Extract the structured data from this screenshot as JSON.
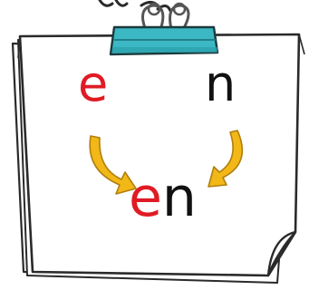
{
  "colors": {
    "background": "#ffffff",
    "paper": "#ffffff",
    "paper_outline": "#2a2a2a",
    "clip_binder": "#3cb8c4",
    "clip_dark": "#1f7f88",
    "arrow_fill": "#f2b818",
    "arrow_outline": "#b07f0c",
    "vowel_color": "#e01b24",
    "consonant_color": "#111111"
  },
  "icons": {
    "binder_clip": "binder-clip-icon",
    "hanging_string": "string-icon",
    "arrow_left": "curved-arrow-down-right-icon",
    "arrow_right": "curved-arrow-down-left-icon"
  },
  "top_letters": {
    "first": "e",
    "second": "n"
  },
  "result": {
    "vowel": "e",
    "consonant": "n"
  }
}
